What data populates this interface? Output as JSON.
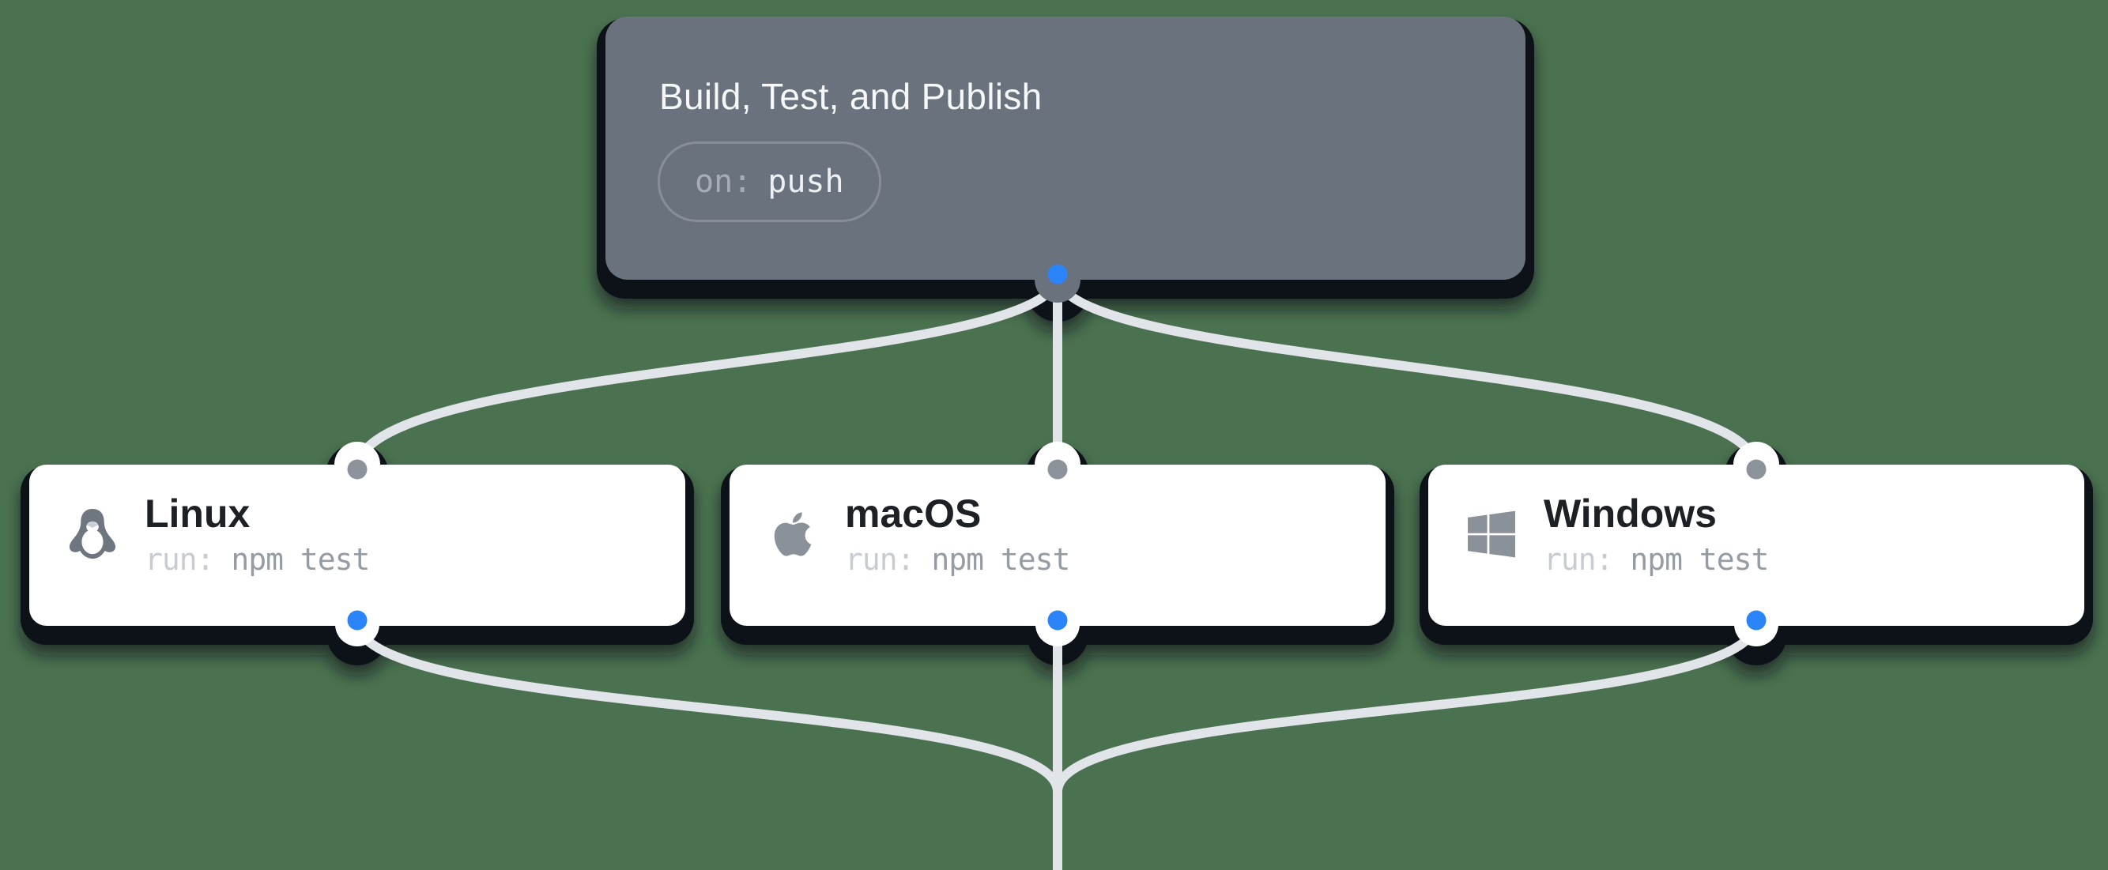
{
  "canvas": {
    "background_color": "#4a7150",
    "description": "Workflow graph: trigger card fanning out to three OS job cards"
  },
  "trigger_card": {
    "title": "Build, Test, and Publish",
    "badge_key": "on:",
    "badge_value": "push"
  },
  "jobs": [
    {
      "id": "linux",
      "icon": "linux-penguin-icon",
      "label": "Linux",
      "run_key": "run:",
      "run_value": "npm test"
    },
    {
      "id": "macos",
      "icon": "apple-icon",
      "label": "macOS",
      "run_key": "run:",
      "run_value": "npm test"
    },
    {
      "id": "windows",
      "icon": "windows-icon",
      "label": "Windows",
      "run_key": "run:",
      "run_value": "npm test"
    }
  ],
  "colors": {
    "background_green": "#4a7150",
    "trigger_card_bg": "#6a727d",
    "job_card_bg": "#ffffff",
    "card_shadow": "#0d1218",
    "edge_line": "#e1e4e8",
    "port_blue": "#2b85f8",
    "port_gray": "#8d939b",
    "trigger_title_text": "#f5f7f9",
    "badge_border": "#888e98",
    "badge_key_text": "#a6adb6",
    "badge_value_text": "#eef1f4",
    "job_title_text": "#1d2126",
    "run_key_text": "#c7ccd2",
    "run_value_text": "#959ca4",
    "os_icon_gray": "#6e767f"
  }
}
